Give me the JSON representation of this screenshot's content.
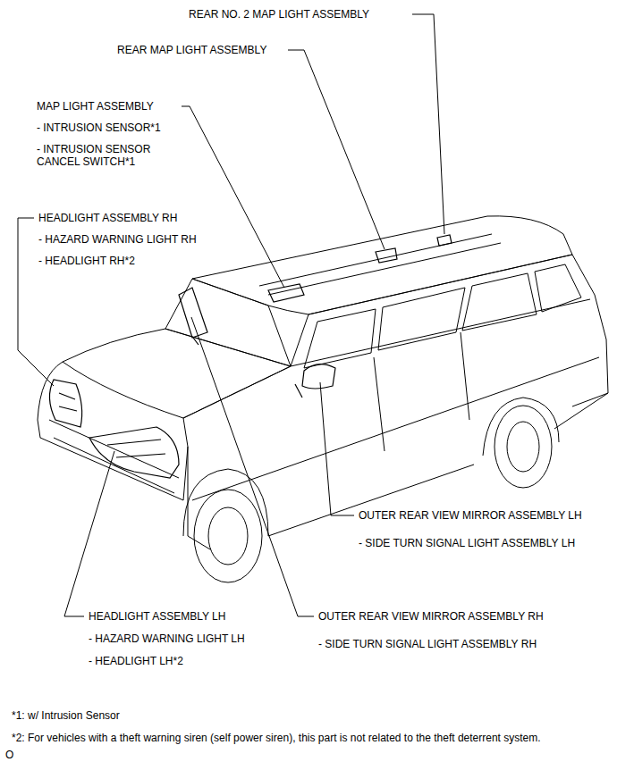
{
  "diagram": {
    "labels": [
      "REAR NO. 2 MAP LIGHT ASSEMBLY",
      "REAR MAP LIGHT ASSEMBLY",
      "MAP LIGHT ASSEMBLY",
      "- INTRUSION SENSOR*1",
      "- INTRUSION SENSOR CANCEL SWITCH*1",
      "HEADLIGHT ASSEMBLY RH",
      "- HAZARD WARNING LIGHT RH",
      "- HEADLIGHT RH*2",
      "OUTER REAR VIEW MIRROR ASSEMBLY LH",
      "- SIDE TURN SIGNAL LIGHT ASSEMBLY LH",
      "HEADLIGHT ASSEMBLY LH",
      "- HAZARD WARNING LIGHT LH",
      "- HEADLIGHT LH*2",
      "OUTER REAR VIEW MIRROR ASSEMBLY RH",
      "- SIDE TURN SIGNAL LIGHT ASSEMBLY RH",
      "*1: w/ Intrusion Sensor",
      "*2: For vehicles with a theft warning siren (self power siren), this part is not related to the theft deterrent system.",
      "O"
    ]
  }
}
